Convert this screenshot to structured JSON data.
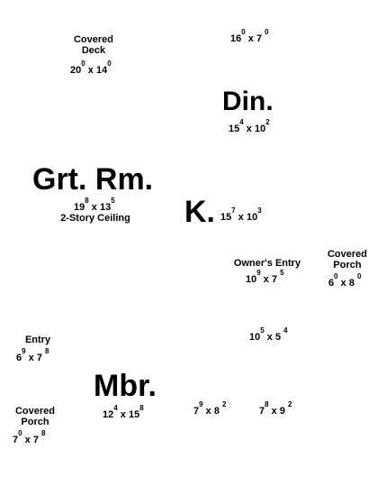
{
  "rooms": {
    "covered_deck": {
      "name_line1": "Covered",
      "name_line2": "Deck",
      "w_ft": "20",
      "w_in": "0",
      "d_ft": "14",
      "d_in": "0"
    },
    "top_right": {
      "w_ft": "16",
      "w_in": "0",
      "d_ft": "7",
      "d_in": "0"
    },
    "dining": {
      "name": "Din.",
      "w_ft": "15",
      "w_in": "4",
      "d_ft": "10",
      "d_in": "2"
    },
    "great_room": {
      "name": "Grt. Rm.",
      "w_ft": "19",
      "w_in": "8",
      "d_ft": "13",
      "d_in": "5",
      "note": "2-Story Ceiling"
    },
    "kitchen": {
      "name": "K.",
      "w_ft": "15",
      "w_in": "7",
      "d_ft": "10",
      "d_in": "3"
    },
    "owners_entry": {
      "name": "Owner's Entry",
      "w_ft": "10",
      "w_in": "9",
      "d_ft": "7",
      "d_in": "5"
    },
    "covered_porch_right": {
      "name_line1": "Covered",
      "name_line2": "Porch",
      "w_ft": "6",
      "w_in": "0",
      "d_ft": "8",
      "d_in": "0"
    },
    "mid_right": {
      "w_ft": "10",
      "w_in": "5",
      "d_ft": "5",
      "d_in": "4"
    },
    "entry": {
      "name": "Entry",
      "w_ft": "6",
      "w_in": "9",
      "d_ft": "7",
      "d_in": "8"
    },
    "master_bedroom": {
      "name": "Mbr.",
      "w_ft": "12",
      "w_in": "4",
      "d_ft": "15",
      "d_in": "8"
    },
    "closet_a": {
      "w_ft": "7",
      "w_in": "9",
      "d_ft": "8",
      "d_in": "2"
    },
    "closet_b": {
      "w_ft": "7",
      "w_in": "8",
      "d_ft": "9",
      "d_in": "2"
    },
    "covered_porch_left": {
      "name_line1": "Covered",
      "name_line2": "Porch",
      "w_ft": "7",
      "w_in": "0",
      "d_ft": "7",
      "d_in": "8"
    }
  },
  "separator": "x"
}
